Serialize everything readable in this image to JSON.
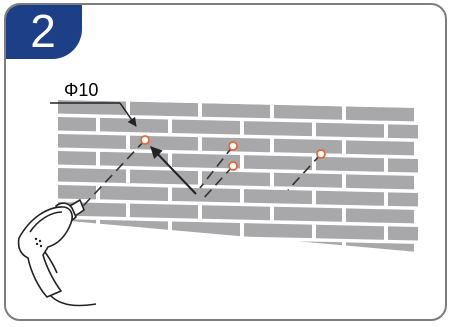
{
  "step": {
    "number": "2"
  },
  "callout": {
    "diameter": "Φ10"
  },
  "colors": {
    "frame": "#7d7d7d",
    "badge": "#1d3f88",
    "brick": "#a8a8aa",
    "mortar": "#ffffff",
    "hole": "#e06b3d",
    "drill": "#ffffff",
    "line": "#222222"
  },
  "icons": [
    "drill-icon",
    "arrow-icon",
    "hole-marker"
  ]
}
